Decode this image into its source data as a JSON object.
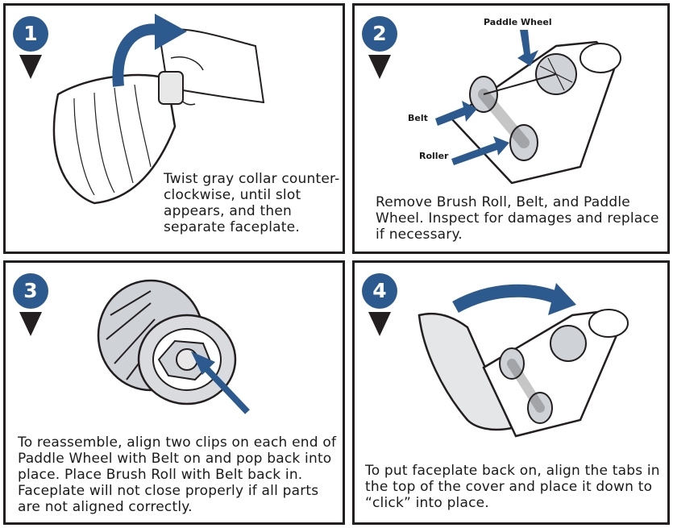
{
  "steps": [
    {
      "number": "1",
      "text": "Twist gray collar counter-clockwise, until slot appears, and then separate faceplate."
    },
    {
      "number": "2",
      "text": "Remove Brush Roll, Belt, and Paddle Wheel. Inspect for damages and replace if necessary."
    },
    {
      "number": "3",
      "text": "To reassemble, align two clips on each end of Paddle Wheel with Belt on and pop back into place. Place Brush Roll with Belt back in. Faceplate will not close properly if all parts are not aligned correctly."
    },
    {
      "number": "4",
      "text": "To put faceplate back on, align the tabs in the top of the cover and place it down to “click” into place."
    }
  ],
  "labels": {
    "paddle_wheel": "Paddle Wheel",
    "belt": "Belt",
    "roller": "Roller"
  },
  "colors": {
    "accent": "#2d5a8e",
    "outline": "#231f20",
    "part_gray": "#cfd2d6"
  }
}
